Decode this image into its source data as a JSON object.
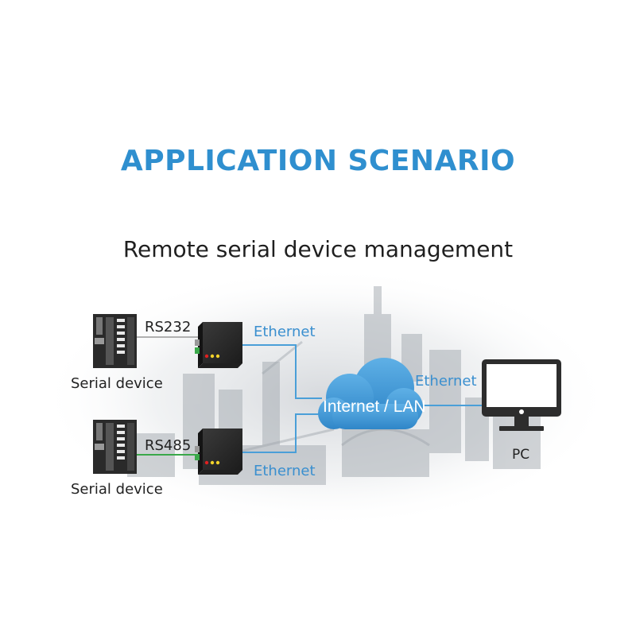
{
  "title": "APPLICATION SCENARIO",
  "subtitle": "Remote serial device management",
  "devices": [
    {
      "label": "Serial device",
      "port": "RS232"
    },
    {
      "label": "Serial device",
      "port": "RS485"
    }
  ],
  "links": {
    "ethernet_top": "Ethernet",
    "ethernet_bottom": "Ethernet",
    "ethernet_pc": "Ethernet"
  },
  "cloud": {
    "label": "Internet / LAN"
  },
  "pc": {
    "label": "PC"
  },
  "colors": {
    "title": "#2f8fcf",
    "ethernet_text": "#3a8fcf",
    "ethernet_line": "#4a9fd8",
    "rs232_line": "#b0b0b0",
    "rs485_line": "#3aa84a",
    "cloud_fill": "#3d9ad8",
    "device_body": "#2b2b2b",
    "led_red": "#e02020",
    "led_yellow": "#f2d22a"
  },
  "icons": [
    "serial-device-icon",
    "converter-icon",
    "cloud-icon",
    "monitor-icon",
    "factory-background"
  ]
}
